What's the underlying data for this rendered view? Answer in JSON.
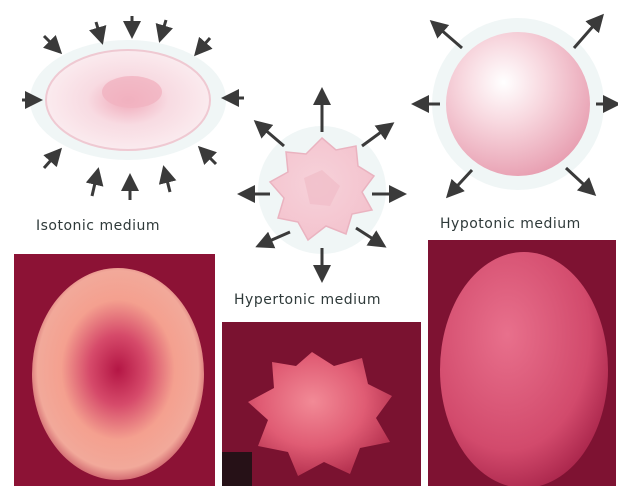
{
  "labels": {
    "isotonic": "Isotonic medium",
    "hypertonic": "Hypertonic medium",
    "hypotonic": "Hypotonic medium"
  },
  "icons": {
    "arrow": "arrow-icon"
  },
  "colors": {
    "cell_light": "#f7dde3",
    "cell_mid": "#f0b9c6",
    "photo_bg": "#8c1235",
    "arrow": "#3a3a3a",
    "label": "#2f3a3a"
  }
}
